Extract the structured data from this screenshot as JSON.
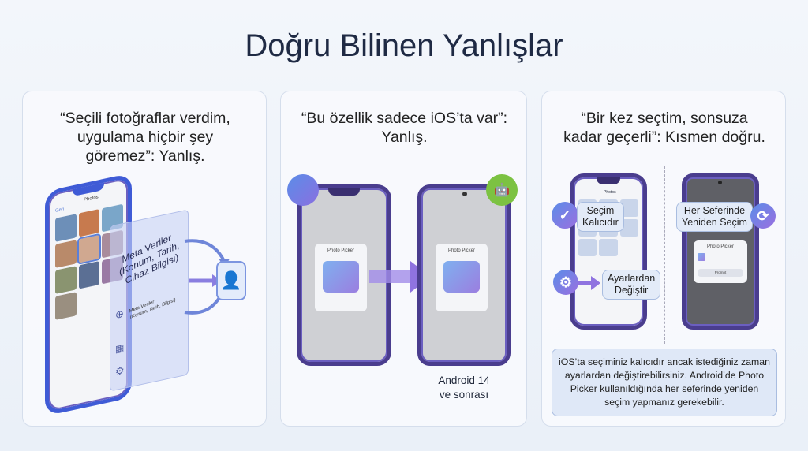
{
  "title": "Doğru Bilinen Yanlışlar",
  "cards": [
    {
      "title_lines": [
        "“Seçili fotoğraflar verdim,",
        "uygulama hiçbir şey",
        "göremez”: Yanlış."
      ],
      "phone_header": "Photos",
      "phone_back": "Geri",
      "sheet_title_lines": [
        "Meta Veriler",
        "(Konum, Tarih,",
        "Cihaz Bilgisi)"
      ],
      "sheet_small_lines": [
        "Meta Veriler",
        "(Konum, Tarih, Bilgisi)"
      ],
      "icons": [
        "globe-icon",
        "calendar-icon",
        "gear-icon",
        "user-profile-icon"
      ]
    },
    {
      "title_lines": [
        "“Bu özellik sadece iOS’ta var”:",
        "Yanlış."
      ],
      "picker_label_ios": "Photo Picker",
      "picker_label_android": "Photo Picker",
      "caption_lines": [
        "Android 14",
        "ve sonrası"
      ],
      "icons": [
        "apple-icon",
        "android-icon"
      ],
      "colors": {
        "ios_badge": "#8a6fe0",
        "android_badge": "#7cc242"
      }
    },
    {
      "title_lines": [
        "“Bir kez seçtim, sonsuza",
        "kadar geçerli”: Kısmen doğru."
      ],
      "phone_header": "Photos",
      "pill_persistent": [
        "Seçim",
        "Kalıcıdır"
      ],
      "pill_settings": [
        "Ayarlardan",
        "Değiştir"
      ],
      "pill_every_time": [
        "Her Seferinde",
        "Yeniden Seçim"
      ],
      "android_picker_title": "Photo Picker",
      "android_picker_button": "Prompt",
      "info_text": "iOS’ta seçiminiz kalıcıdır ancak istediğiniz zaman ayarlardan değiştirebilirsiniz. Android’de Photo Picker kullanıldığında her seferinde yeniden seçim yapmanız gerekebilir."
    }
  ]
}
